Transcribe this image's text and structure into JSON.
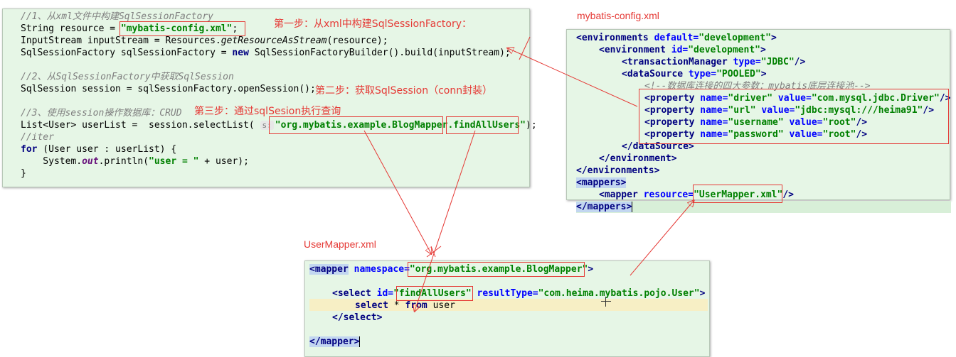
{
  "java_panel": {
    "lines": {
      "c1": "//1、从xml文件中构建SqlSessionFactory",
      "l1_pre": "String resource = ",
      "l1_str": "\"mybatis-config.xml\"",
      "l1_post": ";",
      "l2_a": "InputStream inputStream = Resources.",
      "l2_m": "getResourceAsStream",
      "l2_b": "(resource);",
      "l3_a": "SqlSessionFactory sqlSessionFactory = ",
      "l3_kw": "new",
      "l3_b": " SqlSessionFactoryBuilder().build(inputStream);",
      "c2": "//2、从SqlSessionFactory中获取SqlSession",
      "l4": "SqlSession session = sqlSessionFactory.openSession();",
      "c3": "//3、使用session操作数据库：CRUD",
      "l5_a": "List<User> userList =  session.selectList( ",
      "l5_hint": "s:",
      "l5_str1": "\"org.mybatis.example.BlogMapper",
      "l5_str2": ".findAllUsers\"",
      "l5_end": ");",
      "c4": "//iter",
      "l6_kw": "for",
      "l6_b": " (User user : userList) {",
      "l7_a": "    System.",
      "l7_f": "out",
      "l7_b": ".println(",
      "l7_str": "\"user = \"",
      "l7_c": " + user);",
      "l8": "}"
    }
  },
  "config_panel": {
    "title": "mybatis-config.xml",
    "lines": {
      "x1_t": "<environments",
      "x1_a": " default=",
      "x1_v": "\"development\"",
      "x1_e": ">",
      "x2_t": "<environment",
      "x2_a": " id=",
      "x2_v": "\"development\"",
      "x2_e": ">",
      "x3_t": "<transactionManager",
      "x3_a": " type=",
      "x3_v": "\"JDBC\"",
      "x3_e": "/>",
      "x4_t": "<dataSource",
      "x4_a": " type=",
      "x4_v": "\"POOLED\"",
      "x4_e": ">",
      "x5": "<!--数据库连接的四大参数：mybatis底层连接池-->",
      "p1_t": "<property",
      "p1_a1": " name=",
      "p1_v1": "\"driver\"",
      "p1_a2": " value=",
      "p1_v2": "\"com.mysql.jdbc.Driver\"",
      "p1_e": "/>",
      "p2_t": "<property",
      "p2_a1": " name=",
      "p2_v1": "\"url\"",
      "p2_a2": " value=",
      "p2_v2": "\"jdbc:mysql:///heima91\"",
      "p2_e": "/>",
      "p3_t": "<property",
      "p3_a1": " name=",
      "p3_v1": "\"username\"",
      "p3_a2": " value=",
      "p3_v2": "\"root\"",
      "p3_e": "/>",
      "p4_t": "<property",
      "p4_a1": " name=",
      "p4_v1": "\"password\"",
      "p4_a2": " value=",
      "p4_v2": "\"root\"",
      "p4_e": "/>",
      "x6": "</dataSource>",
      "x7": "</environment>",
      "x8": "</environments>",
      "x9": "<mappers>",
      "x10_t": "<mapper",
      "x10_a": " resource=",
      "x10_v": "\"UserMapper.xml\"",
      "x10_e": "/>",
      "x11": "</mappers>"
    }
  },
  "mapper_panel": {
    "title": "UserMapper.xml",
    "lines": {
      "m1_t": "<mapper",
      "m1_a": " namespace=",
      "m1_v": "\"org.mybatis.example.BlogMapper\"",
      "m1_e": ">",
      "m2_t": "<select",
      "m2_a1": " id=",
      "m2_v1": "\"findAllUsers\"",
      "m2_a2": " resultType=",
      "m2_v2": "\"com.heima.mybatis.pojo.User\"",
      "m2_e": ">",
      "m3_kw1": "select",
      "m3_b": " * ",
      "m3_kw2": "from",
      "m3_c": " user",
      "m4": "</select>",
      "m5": "</mapper>"
    }
  },
  "annotations": {
    "step1": "第一步：从xml中构建SqlSessionFactory：",
    "step2": "第二步：获取SqlSession（conn封装）",
    "step3": "第三步：通过sqlSesion执行查询"
  },
  "colors": {
    "panel_bg": "#e6f6e6",
    "annotation_red": "#e53935",
    "xml_tag": "#000080",
    "string_green": "#008000"
  }
}
